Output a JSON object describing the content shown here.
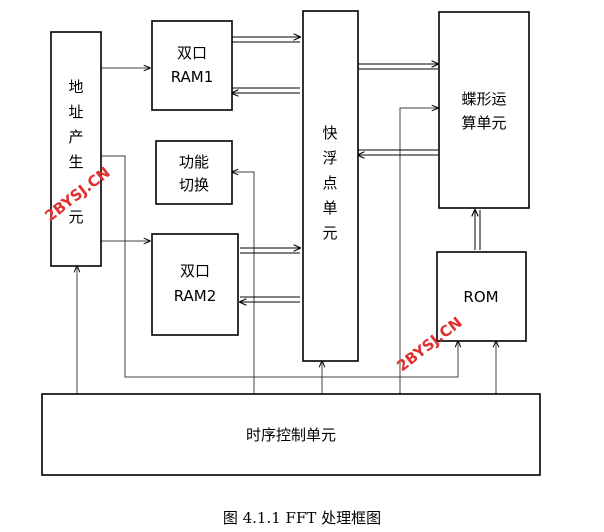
{
  "blocks": {
    "addr_gen": [
      "地",
      "址",
      "产",
      "生",
      "元"
    ],
    "ram1": [
      "双口",
      "RAM1"
    ],
    "ram2": [
      "双口",
      "RAM2"
    ],
    "func_switch": [
      "功能",
      "切换"
    ],
    "fpu": [
      "快",
      "浮",
      "点",
      "单",
      "元"
    ],
    "butterfly": [
      "蝶形运",
      "算单元"
    ],
    "rom": "ROM",
    "timing": "时序控制单元"
  },
  "caption": "图 4.1.1 FFT 处理框图",
  "watermarks": [
    "2BYSJ.CN",
    "2BYSJ.CN"
  ],
  "colors": {
    "watermark": "#e03030",
    "stroke": "#000000"
  }
}
